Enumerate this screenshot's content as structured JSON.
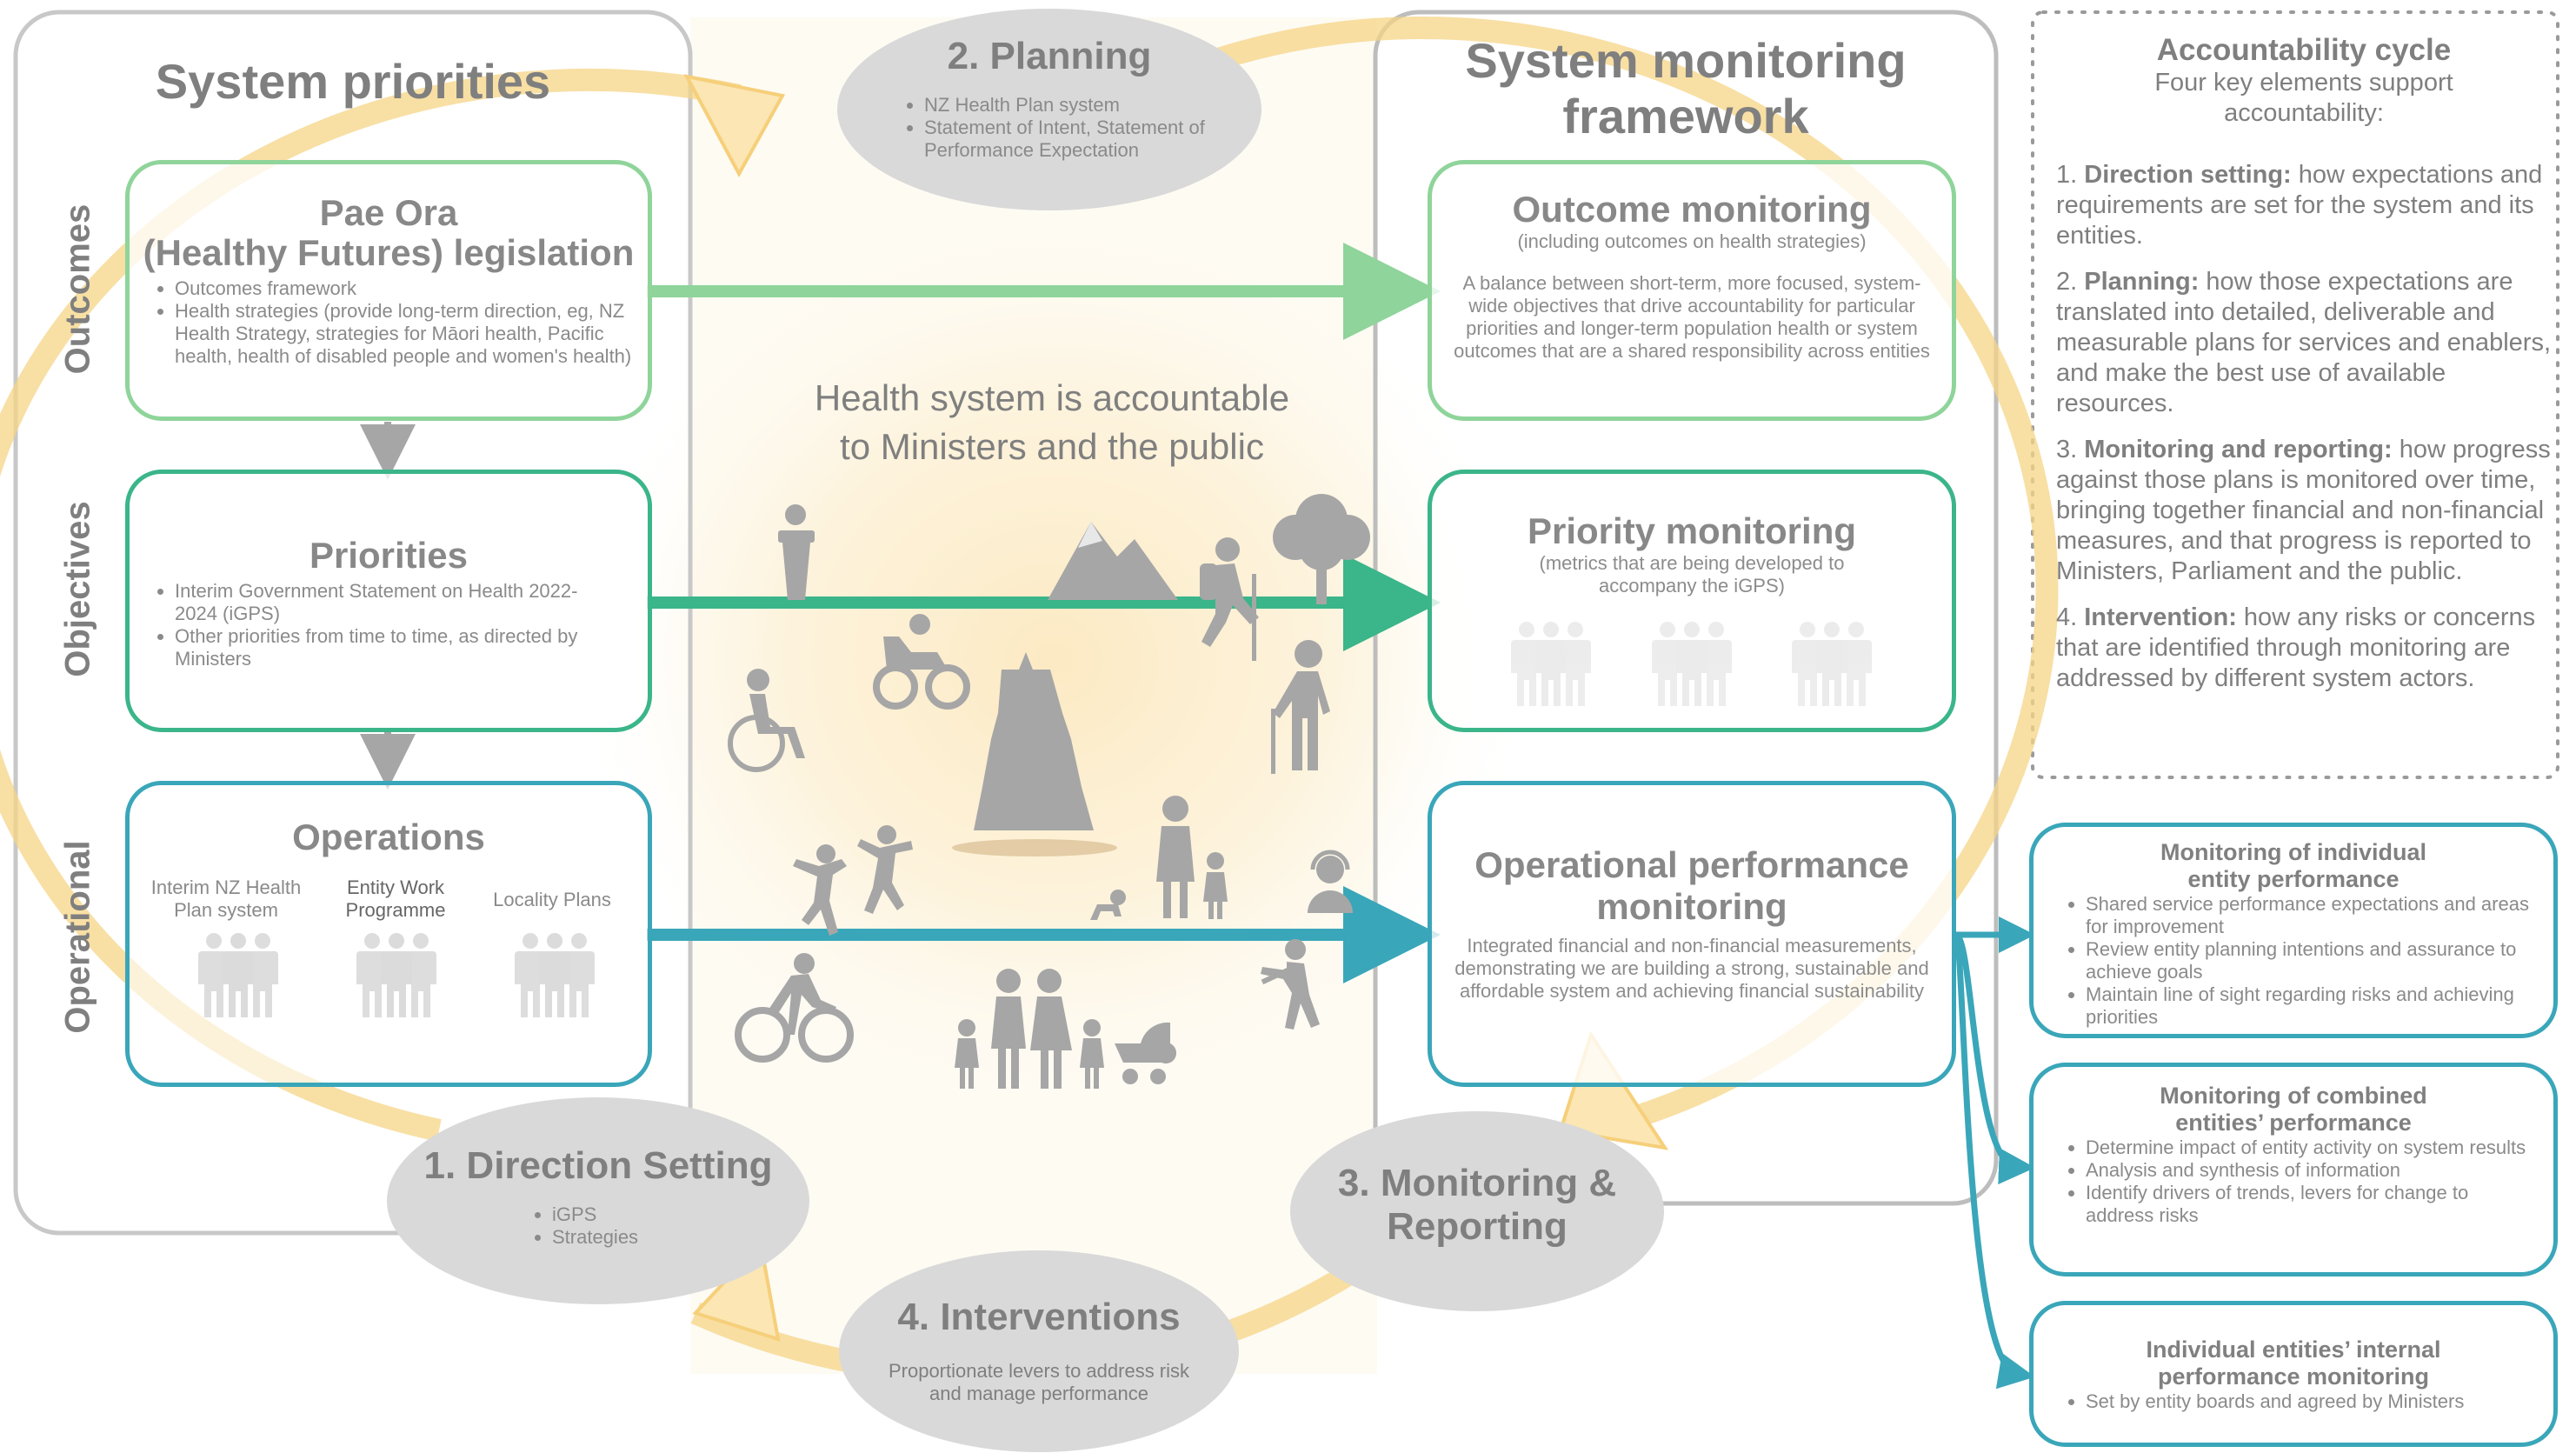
{
  "system_priorities": {
    "title": "System priorities",
    "side_labels": {
      "outcomes": "Outcomes",
      "objectives": "Objectives",
      "operational": "Operational"
    },
    "pae_ora": {
      "title_line1": "Pae Ora",
      "title_line2": "(Healthy Futures) legislation",
      "bullets": [
        "Outcomes framework",
        "Health strategies (provide long-term direction, eg, NZ Health Strategy, strategies for Māori health, Pacific health, health of disabled people and women's health)"
      ]
    },
    "priorities": {
      "title": "Priorities",
      "bullets": [
        "Interim Government Statement on Health 2022-2024 (iGPS)",
        "Other priorities from time to time, as directed by Ministers"
      ]
    },
    "operations": {
      "title": "Operations",
      "columns": [
        "Interim NZ Health Plan system",
        "Entity Work Programme",
        "Locality Plans"
      ]
    }
  },
  "center": {
    "headline_line1": "Health system is accountable",
    "headline_line2": "to Ministers and the public"
  },
  "cycle": {
    "planning": {
      "title": "2. Planning",
      "bullets": [
        "NZ Health Plan system",
        "Statement of Intent, Statement of Performance Expectation"
      ]
    },
    "direction_setting": {
      "title": "1. Direction Setting",
      "bullets": [
        "iGPS",
        "Strategies"
      ]
    },
    "monitoring_reporting": {
      "title_line1": "3. Monitoring &",
      "title_line2": "Reporting"
    },
    "interventions": {
      "title": "4. Interventions",
      "text": "Proportionate levers to address risk and manage performance"
    }
  },
  "monitoring_framework": {
    "title_line1": "System monitoring",
    "title_line2": "framework",
    "outcome": {
      "title": "Outcome monitoring",
      "subtitle": "(including outcomes on health strategies)",
      "text": "A balance between short-term, more focused, system-wide objectives that drive accountability for particular priorities and longer-term population health or system outcomes that are a shared responsibility across entities"
    },
    "priority": {
      "title": "Priority monitoring",
      "subtitle": "(metrics that are being developed to accompany the iGPS)"
    },
    "operational": {
      "title_line1": "Operational performance",
      "title_line2": "monitoring",
      "text": "Integrated financial and non-financial measurements, demonstrating we are building a strong, sustainable and affordable system and achieving financial sustainability"
    }
  },
  "accountability": {
    "title": "Accountability cycle",
    "intro": "Four key elements support accountability:",
    "items": [
      {
        "num": "1.",
        "term": "Direction setting:",
        "text": " how expectations and requirements are set for the system and its entities."
      },
      {
        "num": "2.",
        "term": "Planning:",
        "text": " how those expectations are translated into detailed, deliverable and measurable plans for services and enablers, and make the best use of available resources."
      },
      {
        "num": "3.",
        "term": "Monitoring and reporting:",
        "text": " how progress against those plans is monitored over time, bringing together financial and non-financial measures, and that progress is reported to Ministers, Parliament and the public."
      },
      {
        "num": "4.",
        "term": "Intervention:",
        "text": " how any risks or concerns that are identified through monitoring are addressed by different system actors."
      }
    ]
  },
  "right_boxes": [
    {
      "title_line1": "Monitoring of individual",
      "title_line2": "entity performance",
      "bullets": [
        "Shared service performance expectations and areas for improvement",
        "Review entity planning intentions and assurance to achieve goals",
        "Maintain line of sight regarding risks and achieving priorities"
      ]
    },
    {
      "title_line1": "Monitoring of combined",
      "title_line2": "entities’ performance",
      "bullets": [
        "Determine impact of entity activity on system results",
        "Analysis and synthesis of information",
        "Identify drivers of trends, levers for change to address risks"
      ]
    },
    {
      "title_line1": "Individual entities’ internal",
      "title_line2": "performance monitoring",
      "bullets": [
        "Set by entity boards and agreed by Ministers"
      ]
    }
  ],
  "colors": {
    "light_green": "#8fd49a",
    "mid_green": "#3bb58a",
    "teal": "#3aa6b9",
    "panel_grey": "#c8c8c8",
    "ellipse_grey": "#d9d9d9",
    "ring_yellow": "#f6d486",
    "icon_grey": "#a6a6a6"
  },
  "icons": [
    "person-at-lectern-icon",
    "mountains-icon",
    "hiker-icon",
    "tree-icon",
    "wheelchair-user-icon",
    "motorbike-rider-icon",
    "beehive-parliament-icon",
    "elderly-walker-icon",
    "children-dancing-icon",
    "adult-with-child-icon",
    "baby-crawling-icon",
    "headset-operator-icon",
    "cyclist-icon",
    "family-icon",
    "pram-icon",
    "cricket-batter-icon",
    "people-group-icon"
  ]
}
